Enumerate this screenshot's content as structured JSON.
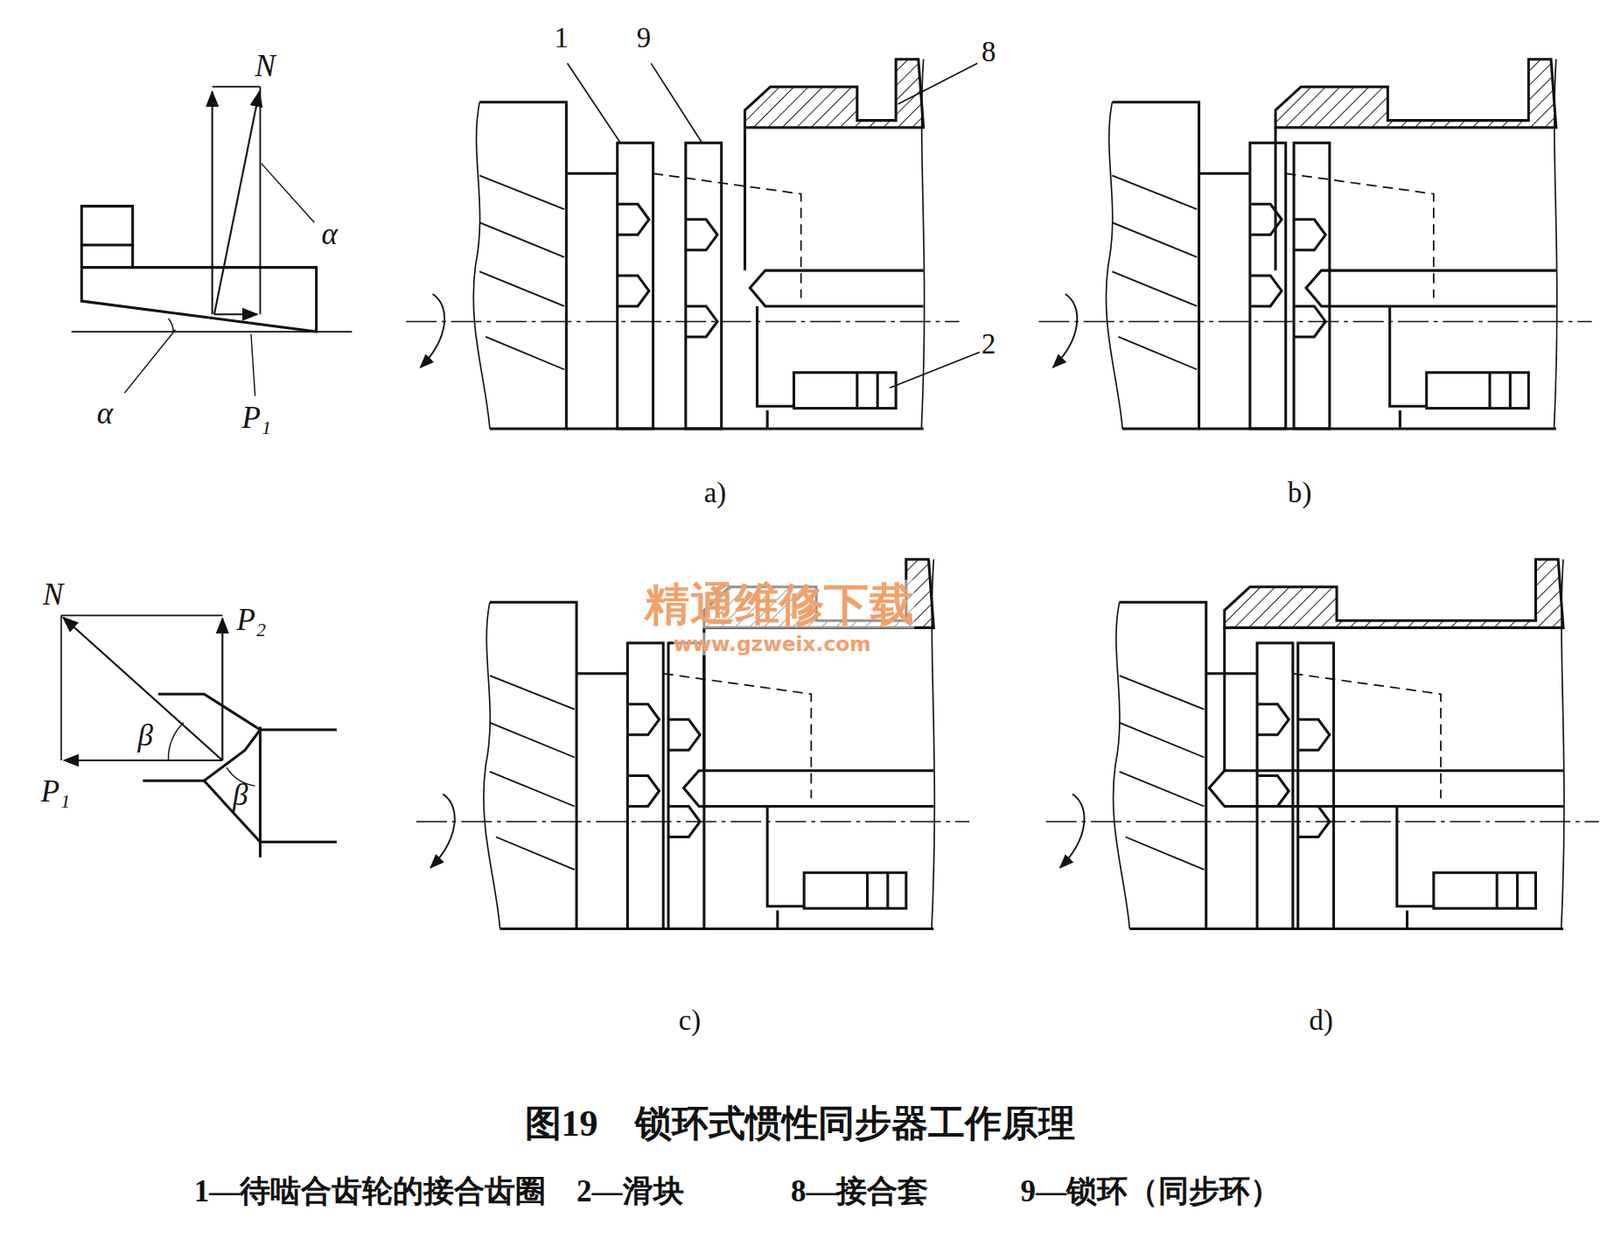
{
  "diagram": {
    "caption": "图19　锁环式惯性同步器工作原理",
    "labels": [
      "N",
      "α",
      "α",
      "P₁",
      "1",
      "9",
      "8",
      "2",
      "a)",
      "b)",
      "N",
      "P₂",
      "β",
      "P₁",
      "β",
      "c)",
      "d)",
      "精通维修下载",
      "www.gzweix.com",
      "1—待啮合齿轮的接合齿圈",
      "2—滑块",
      "8—接合套",
      "9—锁环（同步环）"
    ]
  }
}
